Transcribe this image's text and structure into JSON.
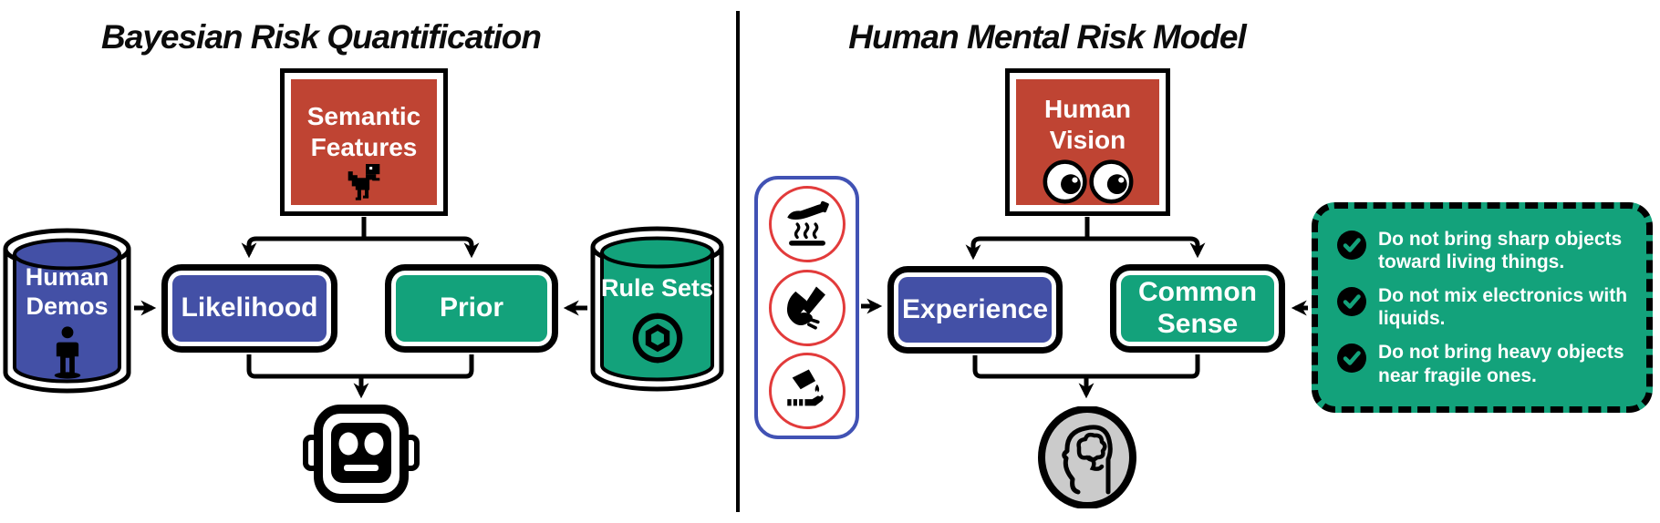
{
  "colors": {
    "red": "#bf4433",
    "blue": "#4350a6",
    "green": "#13a27b",
    "panel-blue": "#4152b4",
    "warn-red": "#e23b3b",
    "head-gray": "#cbcbcb"
  },
  "left": {
    "title": "Bayesian Risk Quantification",
    "semantic_box": {
      "line1": "Semantic",
      "line2": "Features",
      "icon": "dino-icon"
    },
    "human_demos": {
      "line1": "Human",
      "line2": "Demos",
      "icon": "person-icon"
    },
    "likelihood_label": "Likelihood",
    "prior_label": "Prior",
    "rule_sets": {
      "label": "Rule Sets",
      "icon": "openai-icon"
    },
    "output_icon": "robot-icon"
  },
  "right": {
    "title": "Human Mental Risk Model",
    "human_vision": {
      "line1": "Human",
      "line2": "Vision",
      "icon": "eyes-icon"
    },
    "experience_label": "Experience",
    "common_sense": {
      "line1": "Common",
      "line2": "Sense"
    },
    "hazard_icons": [
      "hot-surface-icon",
      "sharp-object-icon",
      "corrosive-icon"
    ],
    "rules": [
      "Do not bring sharp objects toward living things.",
      "Do not mix electronics with liquids.",
      "Do not bring heavy objects near fragile ones."
    ],
    "output_icon": "head-brain-icon"
  }
}
